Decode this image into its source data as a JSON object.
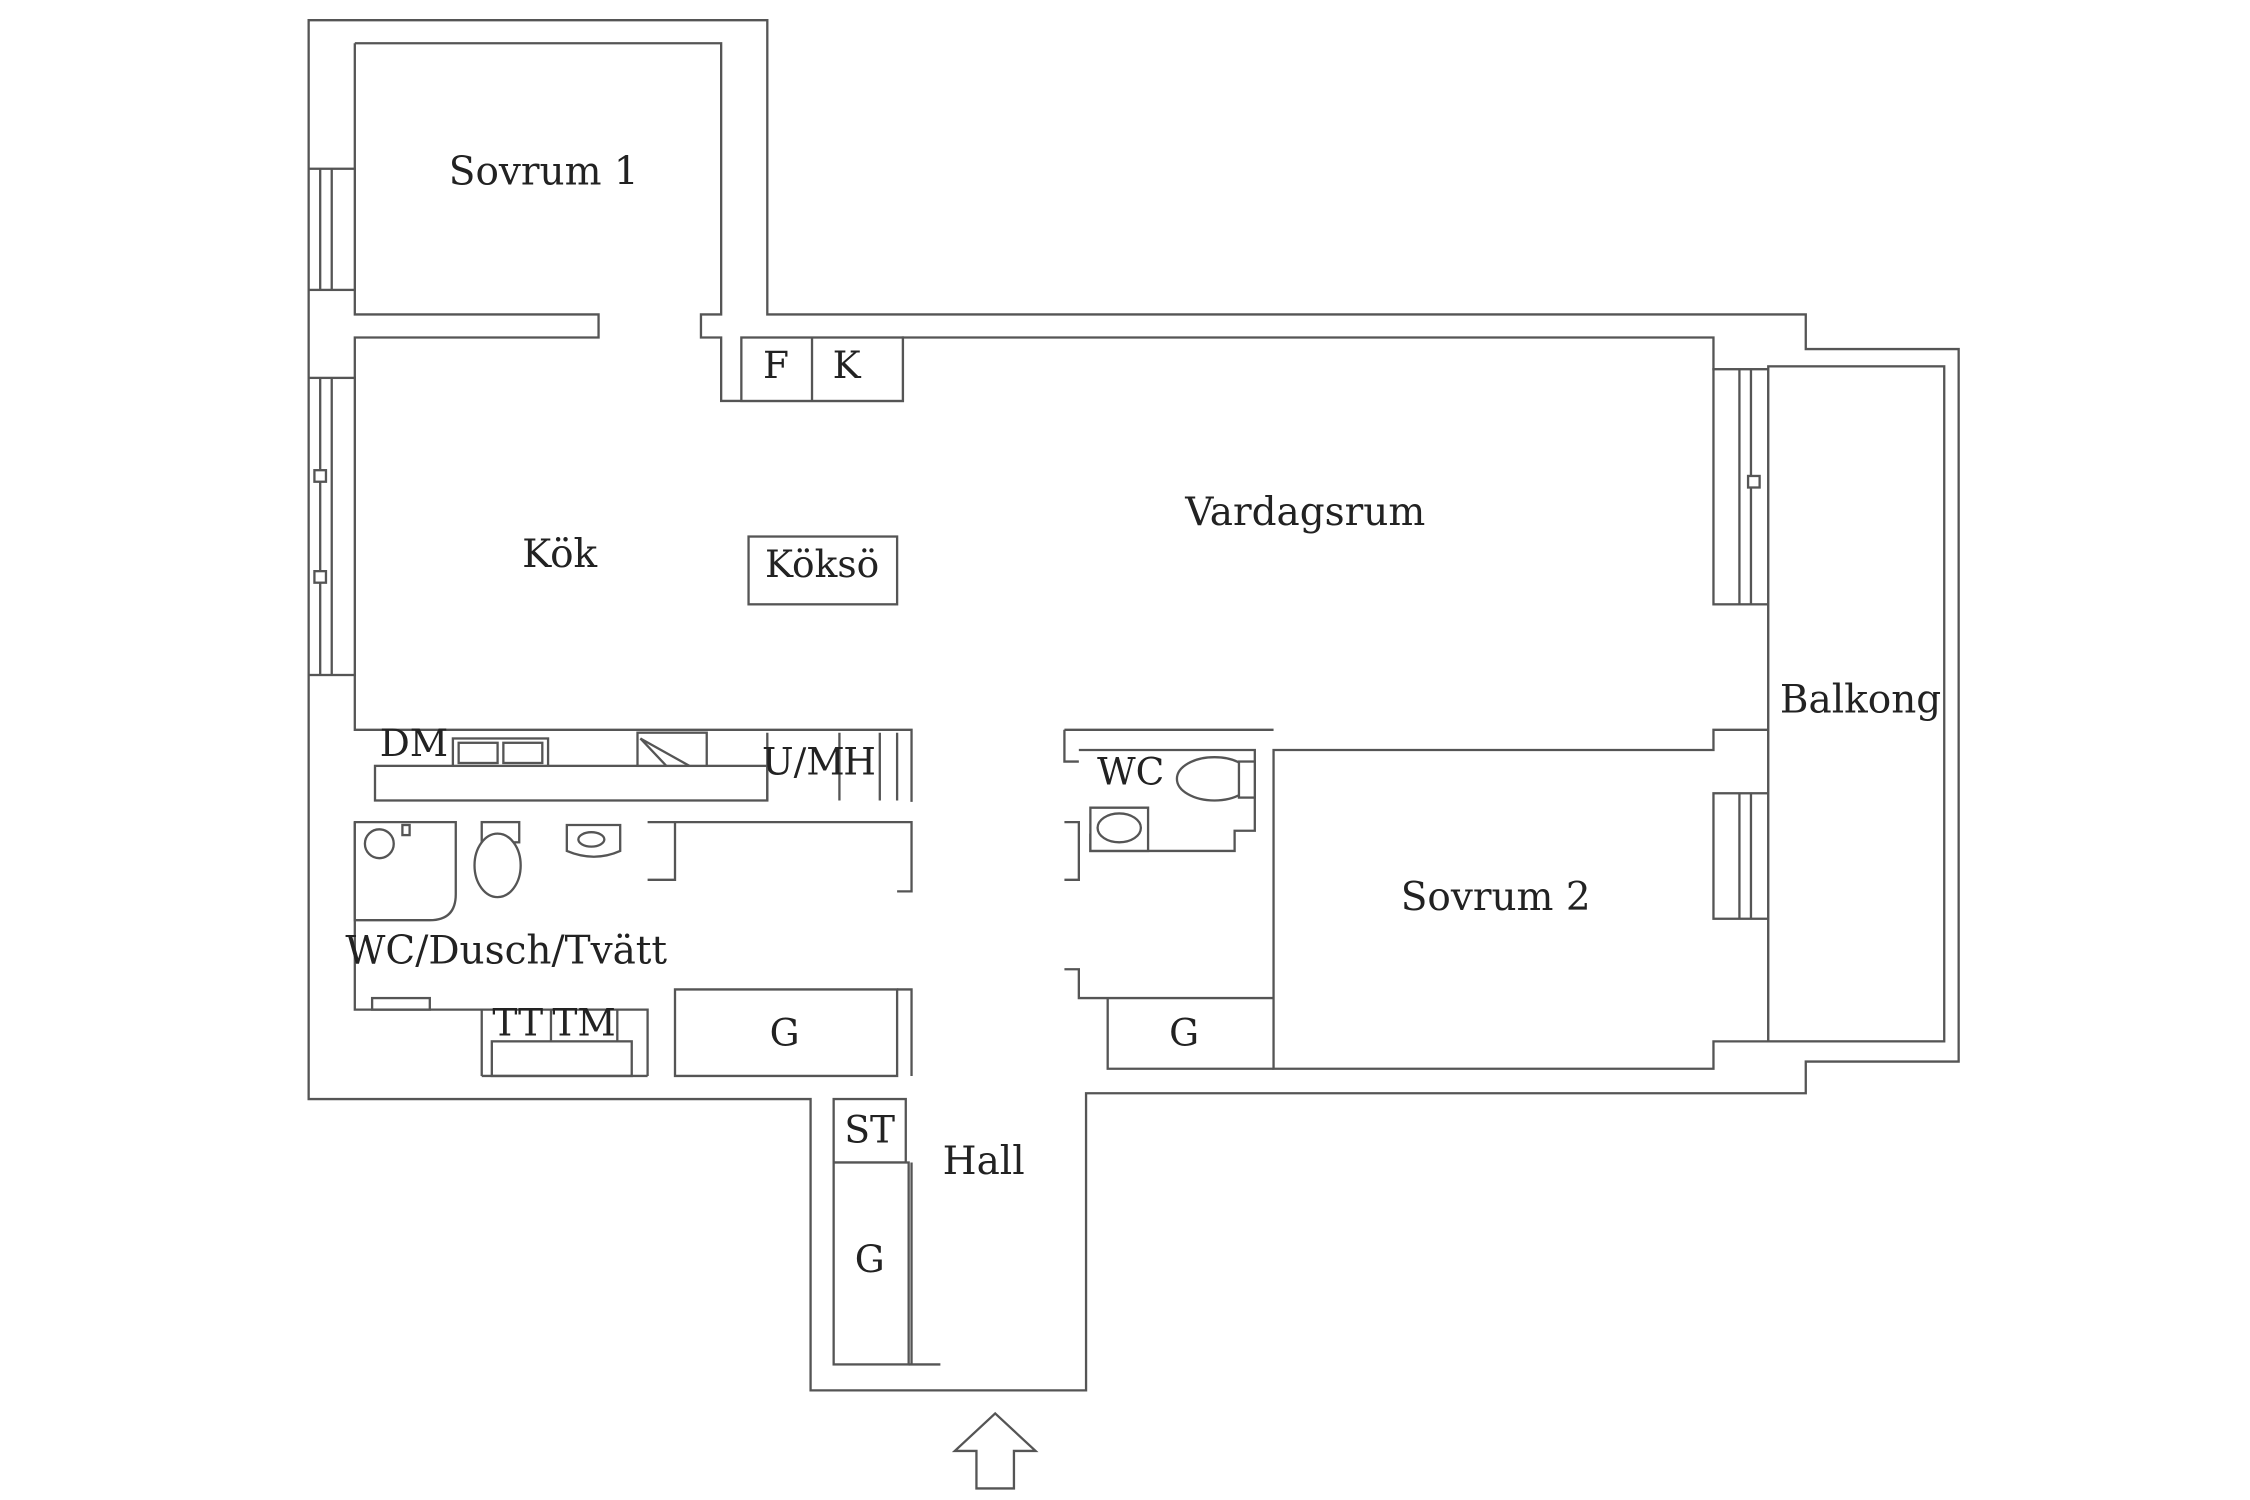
{
  "rooms": {
    "sovrum1": "Sovrum 1",
    "kok": "Kök",
    "koksö": "Köksö",
    "vardagsrum": "Vardagsrum",
    "balkong": "Balkong",
    "wc": "WC",
    "sovrum2": "Sovrum 2",
    "wc_dusch_tvatt": "WC/Dusch/Tvätt",
    "hall": "Hall"
  },
  "fixtures": {
    "f": "F",
    "k": "K",
    "dm": "DM",
    "um": "U/M",
    "h": "H",
    "tt": "TT",
    "tm": "TM",
    "g_left": "G",
    "g_right": "G",
    "g_hall": "G",
    "st": "ST"
  },
  "icons": {
    "entrance": "entrance-arrow-icon"
  }
}
